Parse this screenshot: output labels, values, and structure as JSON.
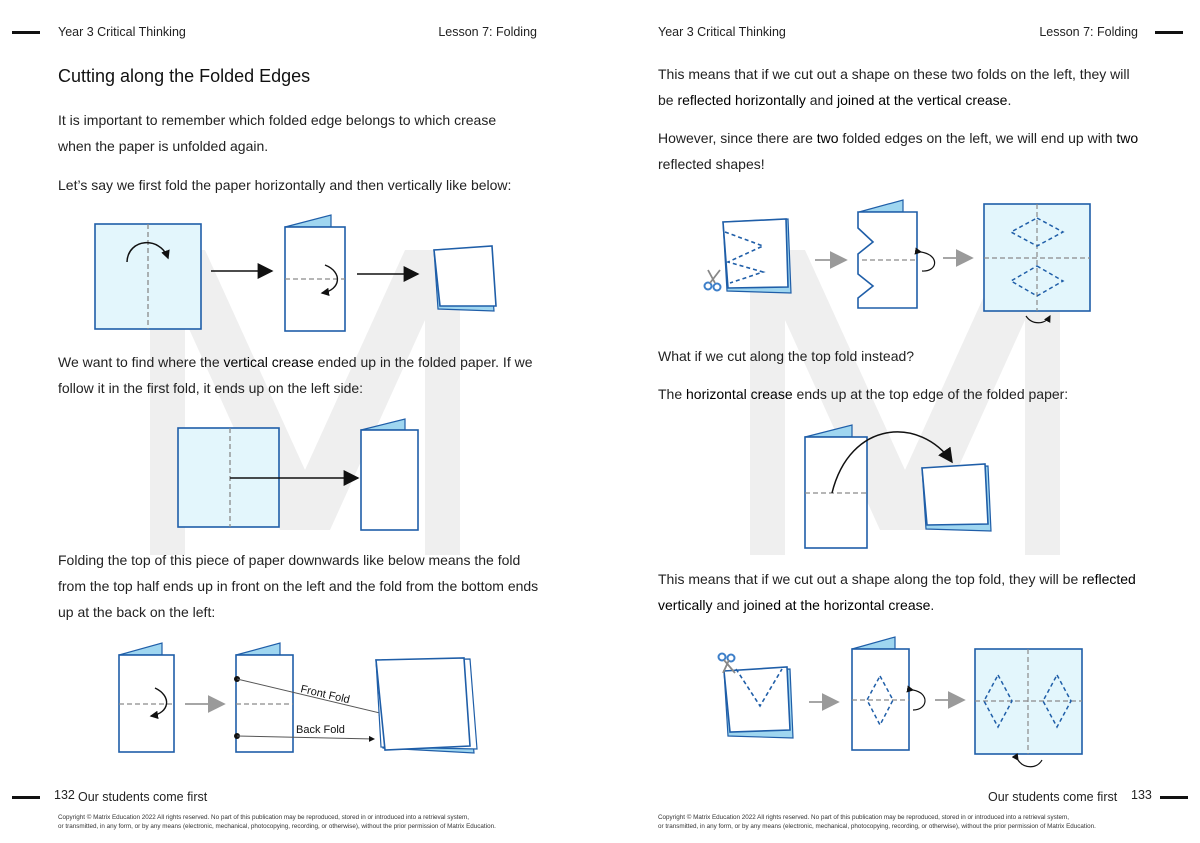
{
  "left": {
    "header_left": "Year 3 Critical Thinking",
    "header_right": "Lesson 7: Folding",
    "title": "Cutting along the Folded Edges",
    "p1": "It is important to remember which folded edge belongs to which crease when the paper is unfolded again.",
    "p2": "Let’s say we first fold the paper horizontally and then vertically like below:",
    "p3_a": "We want to find where the ",
    "p3_b": "vertical crease",
    "p3_c": " ended up in the folded paper. If we follow it in the first fold, it ends up on the left side:",
    "p4": "Folding the top of this piece of paper downwards like below means the fold from the top half ends up in front on the left and the fold from the bottom ends up at the back on the left:",
    "label_front": "Front Fold",
    "label_back": "Back Fold",
    "page_number": "132",
    "footer_slogan": "Our students come first",
    "copyright_1": "Copyright © Matrix Education 2022 All rights reserved. No part of this publication may be reproduced, stored in or introduced into a retrieval system,",
    "copyright_2": "or transmitted, in any form, or by any means (electronic, mechanical, photocopying, recording, or otherwise), without the prior permission of Matrix Education."
  },
  "right": {
    "header_left": "Year 3 Critical Thinking",
    "header_right": "Lesson 7: Folding",
    "p1_a": "This means that if we cut out a shape on these two folds on the left, they will be ",
    "p1_b": "reflected horizontally",
    "p1_c": " and ",
    "p1_d": "joined at the vertical crease",
    "p1_e": ".",
    "p2_a": "However, since there are ",
    "p2_b": "two",
    "p2_c": " folded edges on the left, we will end up with ",
    "p2_d": "two",
    "p2_e": " reflected shapes!",
    "p3": "What if we cut along the top fold instead?",
    "p4_a": "The ",
    "p4_b": "horizontal crease",
    "p4_c": " ends up at the top edge of the folded paper:",
    "p5_a": "This means that if we cut out a shape along the top fold, they will be ",
    "p5_b": "reflected vertically",
    "p5_c": " and ",
    "p5_d": "joined at the horizontal crease",
    "p5_e": ".",
    "page_number": "133",
    "footer_slogan": "Our students come first",
    "copyright_1": "Copyright © Matrix Education 2022 All rights reserved. No part of this publication may be reproduced, stored in or introduced into a retrieval system,",
    "copyright_2": "or transmitted, in any form, or by any means (electronic, mechanical, photocopying, recording, or otherwise), without the prior permission of Matrix Education."
  },
  "colors": {
    "paper_fill": "#e3f6fc",
    "paper_stroke": "#1f5ea8",
    "fold_tab": "#9fd6f0",
    "dashed": "#8a8a8a",
    "watermark": "#efefef"
  }
}
